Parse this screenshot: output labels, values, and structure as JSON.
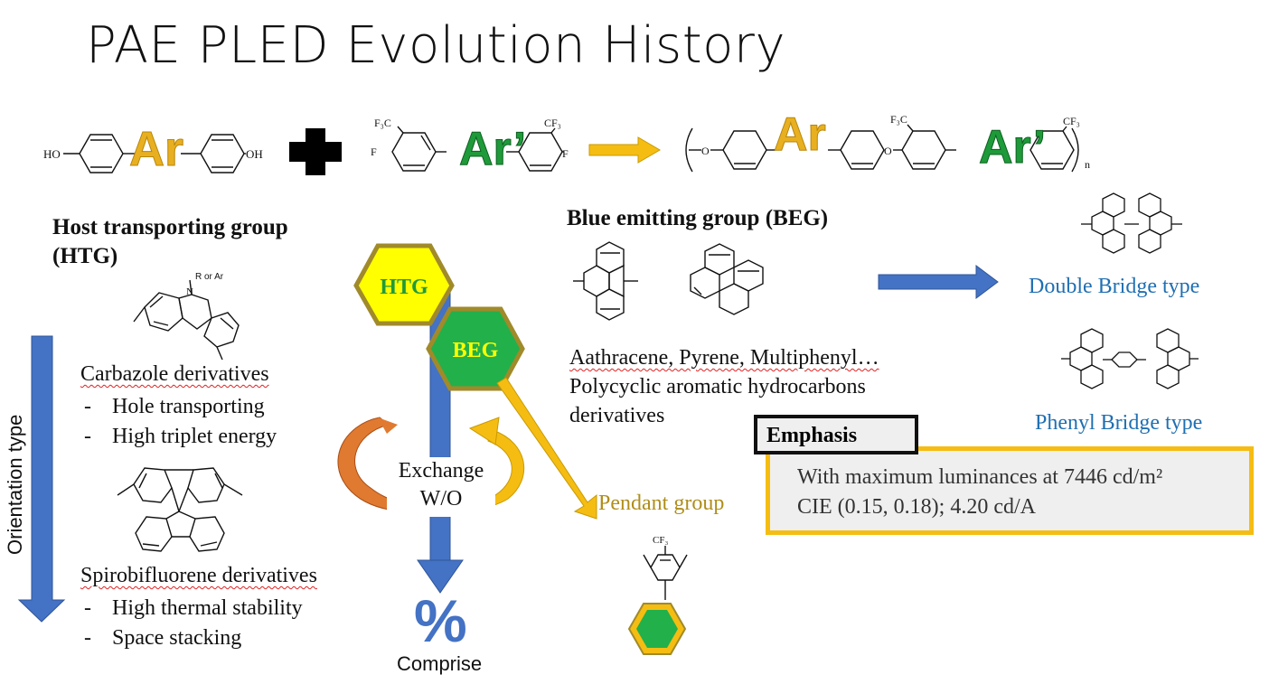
{
  "title": "PAE PLED Evolution History",
  "reaction": {
    "ar": "Ar",
    "ar_prime": "Ar’",
    "ho": "HO",
    "oh": "OH",
    "f": "F",
    "f3c": "F₃C",
    "cf3": "CF₃",
    "o": "O",
    "n": "n"
  },
  "htg": {
    "heading_line1": "Host transporting group",
    "heading_line2": "(HTG)",
    "carbazole_sub": "R or Ar",
    "carbazole_n": "N",
    "carbazole": "Carbazole derivatives",
    "carbazole_points": [
      "Hole transporting",
      "High triplet energy"
    ],
    "spiro": "Spirobifluorene derivatives",
    "spiro_points": [
      "High thermal stability",
      "Space stacking"
    ],
    "orientation": "Orientation type"
  },
  "hexagons": {
    "htg": "HTG",
    "beg": "BEG"
  },
  "exchange": {
    "line1": "Exchange",
    "line2": "W/O"
  },
  "percent": "%",
  "comprise": "Comprise",
  "pendant": {
    "label": "Pendant group",
    "cf3": "CF₃"
  },
  "beg": {
    "heading": "Blue emitting group (BEG)",
    "line1": "Aathracene, Pyrene, Multiphenyl…",
    "line2": "Polycyclic aromatic hydrocarbons",
    "line3": "derivatives"
  },
  "bridges": {
    "double": "Double Bridge type",
    "phenyl": "Phenyl Bridge type"
  },
  "emphasis": {
    "tag": "Emphasis",
    "line1": "With maximum luminances at  7446 cd/m²",
    "line2": "CIE (0.15, 0.18); 4.20 cd/A"
  },
  "colors": {
    "ar_gold": "#e8b020",
    "ar_green": "#1f9a3a",
    "arrow_blue": "#4472c4",
    "arrow_gold": "#f5bd12",
    "arrow_orange": "#e07a30",
    "hex_yellow": "#ffff00",
    "hex_green": "#22b04a",
    "hex_border": "#a08a2a"
  }
}
